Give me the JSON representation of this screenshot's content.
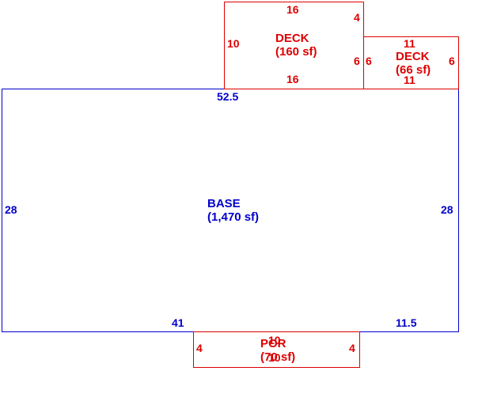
{
  "colors": {
    "base_outline": "#0000cc",
    "addon_outline": "#dd0000",
    "background": "#ffffff"
  },
  "regions": {
    "base": {
      "name": "BASE",
      "area": "(1,470 sf)",
      "dims": {
        "top": "52.5",
        "left": "28",
        "right": "28",
        "bottom_left": "41",
        "bottom_right": "11.5"
      }
    },
    "deck_large": {
      "name": "DECK",
      "area": "(160 sf)",
      "dims": {
        "top": "16",
        "bottom": "16",
        "left": "10",
        "right_upper": "4",
        "right_lower": "6"
      }
    },
    "deck_small": {
      "name": "DECK",
      "area": "(66 sf)",
      "dims": {
        "top": "11",
        "bottom": "11",
        "left": "6",
        "right": "6"
      }
    },
    "porch": {
      "name": "POR",
      "area": "(70 sf)",
      "dims": {
        "top": "10",
        "bottom": "10",
        "left": "4",
        "right": "4"
      }
    }
  }
}
